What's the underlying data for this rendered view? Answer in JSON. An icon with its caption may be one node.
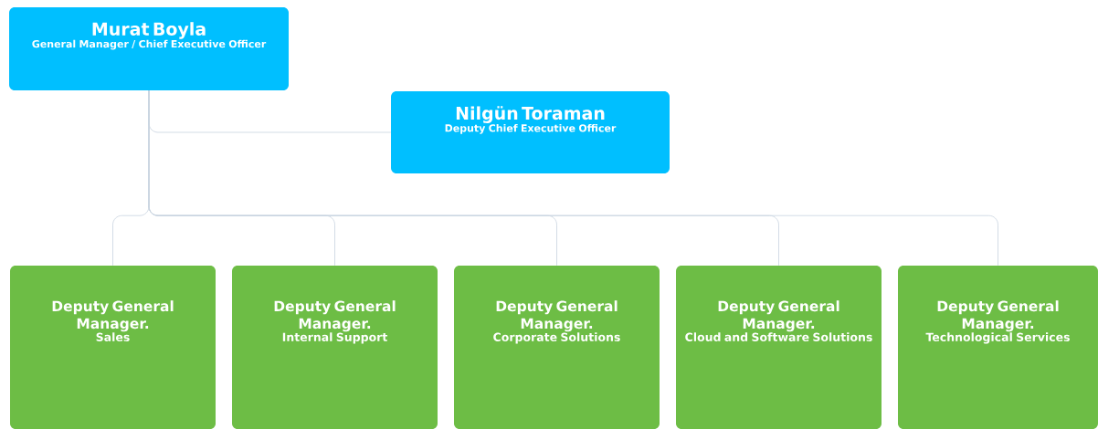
{
  "diagram": {
    "nodes": [
      {
        "text": [
          "Murat Boyla",
          "General Manager / Chief Executive Officer"
        ]
      },
      {
        "text": [
          "Nilgün Toraman",
          "Deputy Chief Executive Officer"
        ]
      },
      {
        "text": [
          "Deputy General Manager.",
          "Sales"
        ]
      },
      {
        "text": [
          "Deputy General Manager.",
          "Internal Support"
        ]
      },
      {
        "text": [
          "Deputy General Manager.",
          "Corporate Solutions"
        ]
      },
      {
        "text": [
          "Deputy General Manager.",
          "Cloud and Software Solutions"
        ]
      },
      {
        "text": [
          "Deputy General Manager.",
          "Technological Services"
        ]
      }
    ],
    "edges": [
      {
        "from": 0,
        "to": 1,
        "arrow": "none"
      },
      {
        "from": 0,
        "to": 2,
        "arrow": "none"
      },
      {
        "from": 0,
        "to": 3,
        "arrow": "none"
      },
      {
        "from": 0,
        "to": 4,
        "arrow": "none"
      },
      {
        "from": 0,
        "to": 5,
        "arrow": "none"
      },
      {
        "from": 0,
        "to": 6,
        "arrow": "none"
      }
    ]
  }
}
